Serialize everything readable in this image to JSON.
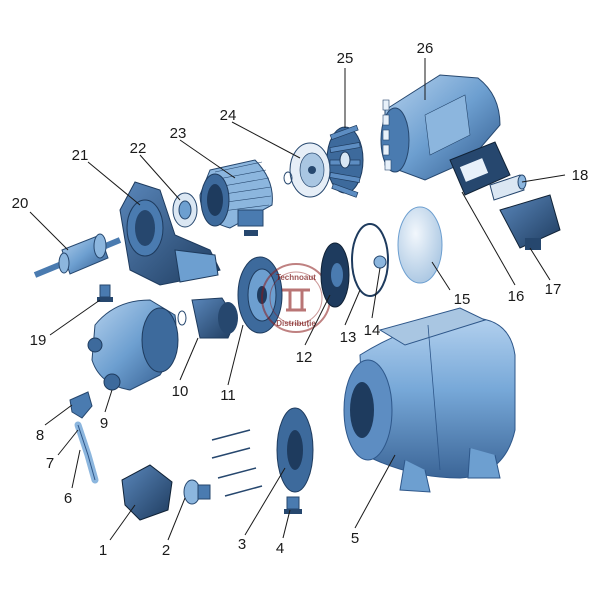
{
  "diagram": {
    "parts": [
      {
        "id": "1",
        "label": "1"
      },
      {
        "id": "2",
        "label": "2"
      },
      {
        "id": "3",
        "label": "3"
      },
      {
        "id": "4",
        "label": "4"
      },
      {
        "id": "5",
        "label": "5"
      },
      {
        "id": "6",
        "label": "6"
      },
      {
        "id": "7",
        "label": "7"
      },
      {
        "id": "8",
        "label": "8"
      },
      {
        "id": "9",
        "label": "9"
      },
      {
        "id": "10",
        "label": "10"
      },
      {
        "id": "11",
        "label": "11"
      },
      {
        "id": "12",
        "label": "12"
      },
      {
        "id": "13",
        "label": "13"
      },
      {
        "id": "14",
        "label": "14"
      },
      {
        "id": "15",
        "label": "15"
      },
      {
        "id": "16",
        "label": "16"
      },
      {
        "id": "17",
        "label": "17"
      },
      {
        "id": "18",
        "label": "18"
      },
      {
        "id": "19",
        "label": "19"
      },
      {
        "id": "20",
        "label": "20"
      },
      {
        "id": "21",
        "label": "21"
      },
      {
        "id": "22",
        "label": "22"
      },
      {
        "id": "23",
        "label": "23"
      },
      {
        "id": "24",
        "label": "24"
      },
      {
        "id": "25",
        "label": "25"
      },
      {
        "id": "26",
        "label": "26"
      }
    ],
    "watermark": {
      "top": "Technoaut",
      "bottom": "Distribuție"
    },
    "colors": {
      "part_fill": "#6d9fd0",
      "part_dark": "#26476e",
      "part_mid": "#4a7bb0",
      "part_light": "#c8dcef",
      "line": "#1a1a1a",
      "watermark": "#8b1a1a"
    }
  }
}
